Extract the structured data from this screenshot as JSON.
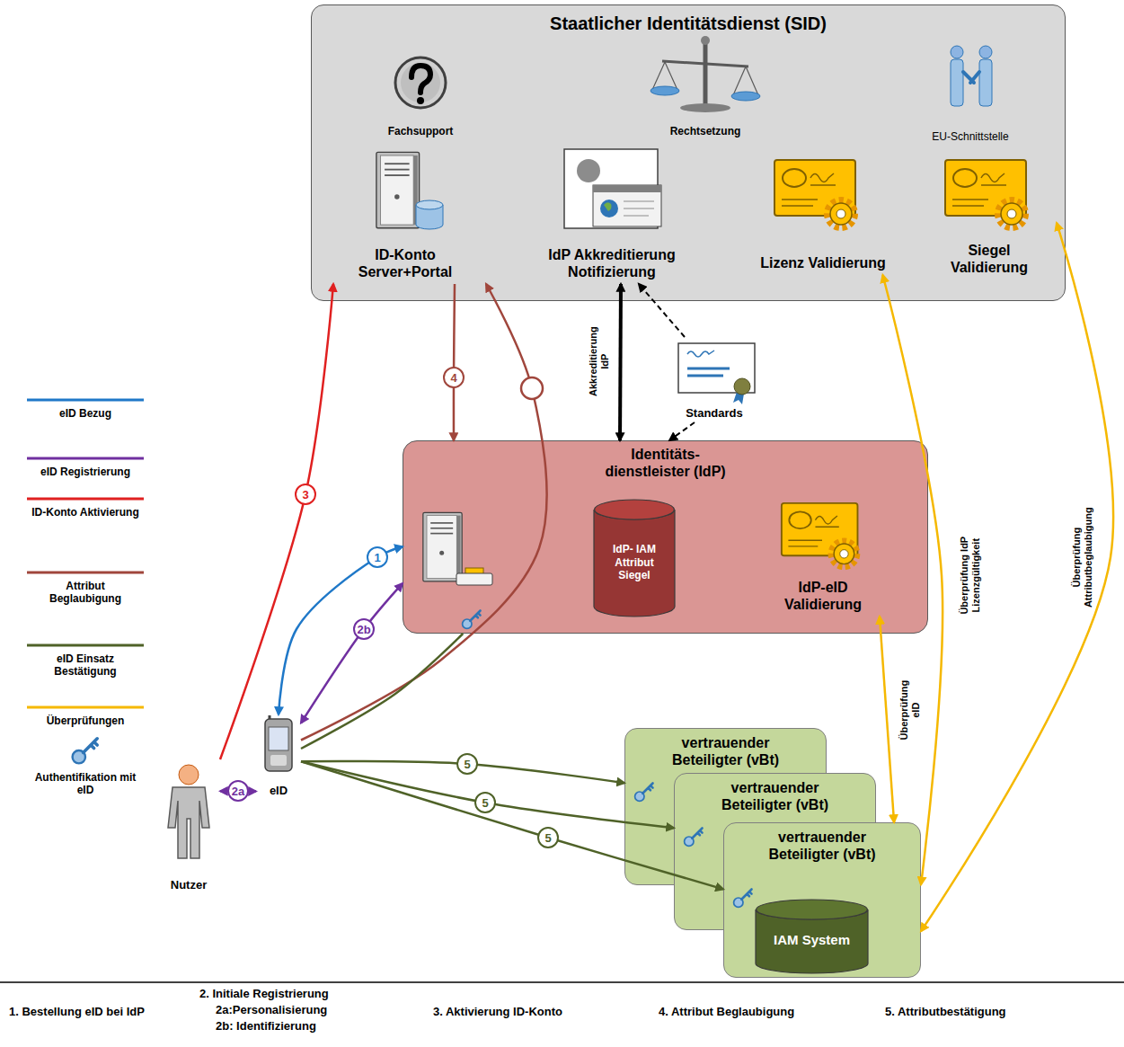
{
  "diagram": {
    "nodes": [
      {
        "text": [
          "Staatlicher Identitätsdienst (SID)"
        ]
      },
      {
        "text": [
          "ID-Konto Server+Portal"
        ],
        "in": 0
      },
      {
        "text": [
          "IdP Akkreditierung Notifizierung"
        ],
        "in": 0
      },
      {
        "text": [
          "Lizenz Validierung"
        ],
        "in": 0
      },
      {
        "text": [
          "Siegel Validierung"
        ],
        "in": 0
      },
      {
        "text": [
          "Standards"
        ]
      },
      {
        "text": [
          "Identitäts- dienstleister (IdP)"
        ]
      },
      {
        "text": [
          "IdP- IAM Attribut Siegel"
        ],
        "in": 6
      },
      {
        "text": [
          "IdP-eID Validierung"
        ],
        "in": 6
      },
      {
        "text": [
          "eID"
        ]
      },
      {
        "text": [
          "Nutzer"
        ]
      },
      {
        "text": [
          "vertrauender Beteiligter (vBt)"
        ]
      },
      {
        "text": [
          "vertrauender Beteiligter (vBt)"
        ]
      },
      {
        "text": [
          "vertrauender Beteiligter (vBt)"
        ]
      },
      {
        "text": [
          "IAM System"
        ],
        "in": 13
      }
    ],
    "edges": [
      {
        "from": 10,
        "to": 1,
        "arrow": "to",
        "label": "3"
      },
      {
        "from": 1,
        "to": 6,
        "arrow": "to",
        "label": "4"
      },
      {
        "from": 9,
        "to": 1,
        "arrow": "to"
      },
      {
        "from": 9,
        "to": 6,
        "arrow": "both",
        "label": "1"
      },
      {
        "from": 9,
        "to": 10,
        "arrow": "both",
        "label": "2a"
      },
      {
        "from": 9,
        "to": 6,
        "arrow": "both",
        "label": "2b"
      },
      {
        "from": 9,
        "to": 6,
        "arrow": "none"
      },
      {
        "from": 9,
        "to": 11,
        "arrow": "to",
        "label": "5"
      },
      {
        "from": 9,
        "to": 12,
        "arrow": "to",
        "label": "5"
      },
      {
        "from": 9,
        "to": 13,
        "arrow": "to",
        "label": "5"
      },
      {
        "from": 2,
        "to": 6,
        "arrow": "both",
        "label": "Akkreditierung IdP"
      },
      {
        "from": 5,
        "to": 2,
        "arrow": "to"
      },
      {
        "from": 5,
        "to": 6,
        "arrow": "to"
      },
      {
        "from": 8,
        "to": 13,
        "arrow": "both",
        "label": "Überprüfung eID"
      },
      {
        "from": 3,
        "to": 13,
        "arrow": "both",
        "label": "Überprüfung IdP Lizenzgültigkeit"
      },
      {
        "from": 4,
        "to": 13,
        "arrow": "both",
        "label": "Überprüfung Attributbeglaubigung"
      }
    ],
    "labels": [
      "Fachsupport",
      "Rechtsetzung",
      "EU-Schnittstelle",
      "1. Bestellung eID bei IdP",
      "2. Initiale Registrierung",
      "2a:Personalisierung",
      "2b: Identifizierung",
      "3. Aktivierung ID-Konto",
      "4. Attribut Beglaubigung",
      "5. Attributbestätigung"
    ],
    "legend": [
      {
        "text": "eID Bezug"
      },
      {
        "text": "eID Registrierung"
      },
      {
        "text": "ID-Konto Aktivierung"
      },
      {
        "text": "Attribut Beglaubigung"
      },
      {
        "text": "eID Einsatz Bestätigung"
      },
      {
        "text": "Überprüfungen"
      },
      {
        "text": "Authentifikation mit eID"
      }
    ]
  }
}
